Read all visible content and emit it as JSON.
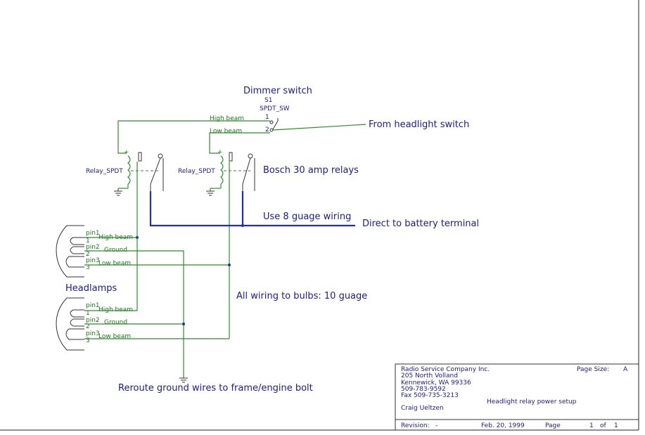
{
  "dimmer": {
    "title": "Dimmer switch",
    "ref": "S1",
    "part": "SPDT_SW",
    "pin1": "1",
    "pin2": "2",
    "high": "High beam",
    "low": "Low beam"
  },
  "from_switch": "From headlight switch",
  "relay_label": "Relay_SPDT",
  "relays_note": "Bosch 30 amp relays",
  "gauge8_note": "Use 8 guage wiring",
  "battery_note": "Direct to battery terminal",
  "gauge10_note": "All wiring to bulbs: 10 guage",
  "headlamps_label": "Headlamps",
  "ground_note": "Reroute ground wires to frame/engine bolt",
  "lamp_pins": {
    "pin1": "pin1",
    "pin2": "pin2",
    "pin3": "pin3",
    "n1": "1",
    "n2": "2",
    "n3": "3",
    "high": "High beam",
    "ground": "Ground",
    "low": "Low beam"
  },
  "title_block": {
    "company": "Radio Service Company Inc.",
    "address1": "205 North Volland",
    "address2": "Kennewick, WA 99336",
    "phone": "509-783-9592",
    "fax": "Fax 509-735-3213",
    "author": "Craig Ueltzen",
    "title": "Headlight relay power setup",
    "page_size_label": "Page Size:",
    "page_size": "A",
    "revision_label": "Revision:",
    "revision": "-",
    "date": "Feb. 20, 1999",
    "page_label": "Page",
    "page_num": "1",
    "of_label": "of",
    "page_total": "1"
  },
  "colors": {
    "wire_signal": "#2e8b2e",
    "wire_power": "#1f2fb0",
    "text": "#1a1a9a"
  }
}
